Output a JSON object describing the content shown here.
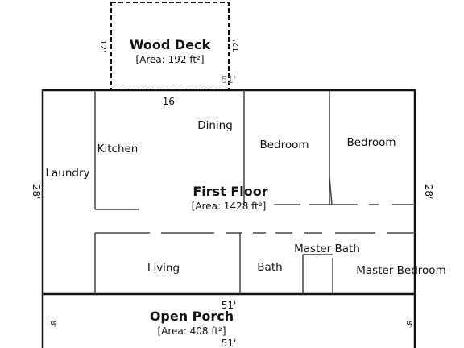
{
  "deck": {
    "title": "Wood Deck",
    "area": "[Area: 192 ft²]",
    "dim_left": "12'",
    "dim_right": "12'",
    "dim_bottom": "16'",
    "dim_offset": "51'"
  },
  "first_floor": {
    "title": "First Floor",
    "area": "[Area: 1428 ft²]",
    "dim_left": "28'",
    "dim_right": "28'",
    "rooms": {
      "laundry": "Laundry",
      "kitchen": "Kitchen",
      "dining": "Dining",
      "bedroom_1": "Bedroom",
      "bedroom_2": "Bedroom",
      "living": "Living",
      "bath": "Bath",
      "master_bath": "Master Bath",
      "master_bedroom": "Master Bedroom"
    }
  },
  "porch": {
    "title": "Open Porch",
    "area": "[Area: 408 ft²]",
    "dim_top": "51'",
    "dim_bottom": "51'",
    "dim_left": "8'",
    "dim_right": "8'"
  }
}
